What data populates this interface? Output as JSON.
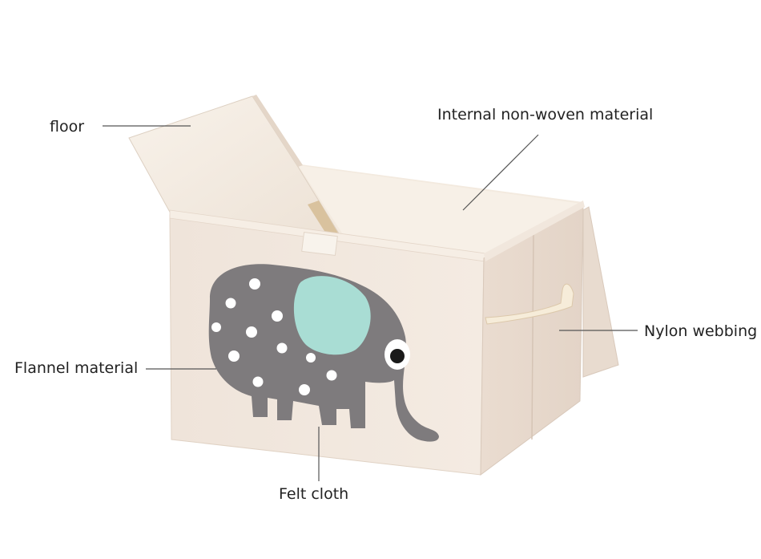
{
  "callouts": {
    "floor": "floor",
    "internal": "Internal non-woven material",
    "nylon": "Nylon webbing",
    "flannel": "Flannel material",
    "felt": "Felt cloth"
  },
  "colors": {
    "box_face": "#f1e6dc",
    "box_interior": "#f6efe6",
    "elephant_body": "#7e7b7d",
    "elephant_ear": "#a9ddd4",
    "leader_line": "#555555",
    "text": "#222222"
  }
}
